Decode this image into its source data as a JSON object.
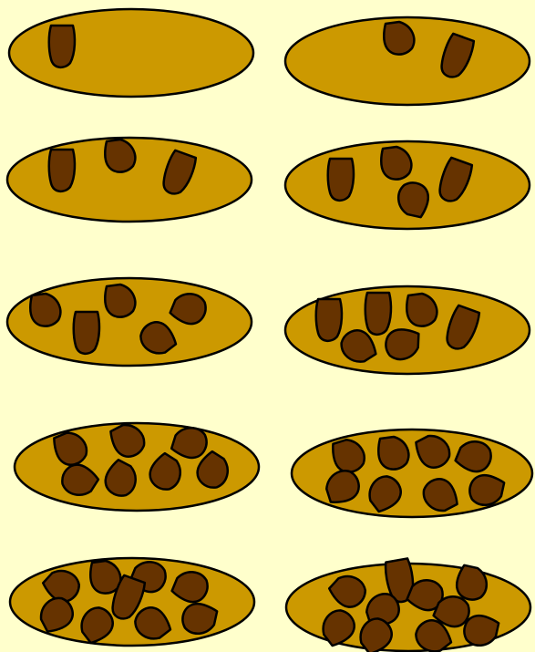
{
  "title": "",
  "colors": {
    "background": "#ffffcc",
    "platter": "#cc9900",
    "seed": "#663300",
    "outline": "#000000"
  },
  "platters": [
    {
      "seed_count": 1
    },
    {
      "seed_count": 2
    },
    {
      "seed_count": 3
    },
    {
      "seed_count": 4
    },
    {
      "seed_count": 5
    },
    {
      "seed_count": 6
    },
    {
      "seed_count": 7
    },
    {
      "seed_count": 8
    },
    {
      "seed_count": 9
    },
    {
      "seed_count": 10
    }
  ]
}
